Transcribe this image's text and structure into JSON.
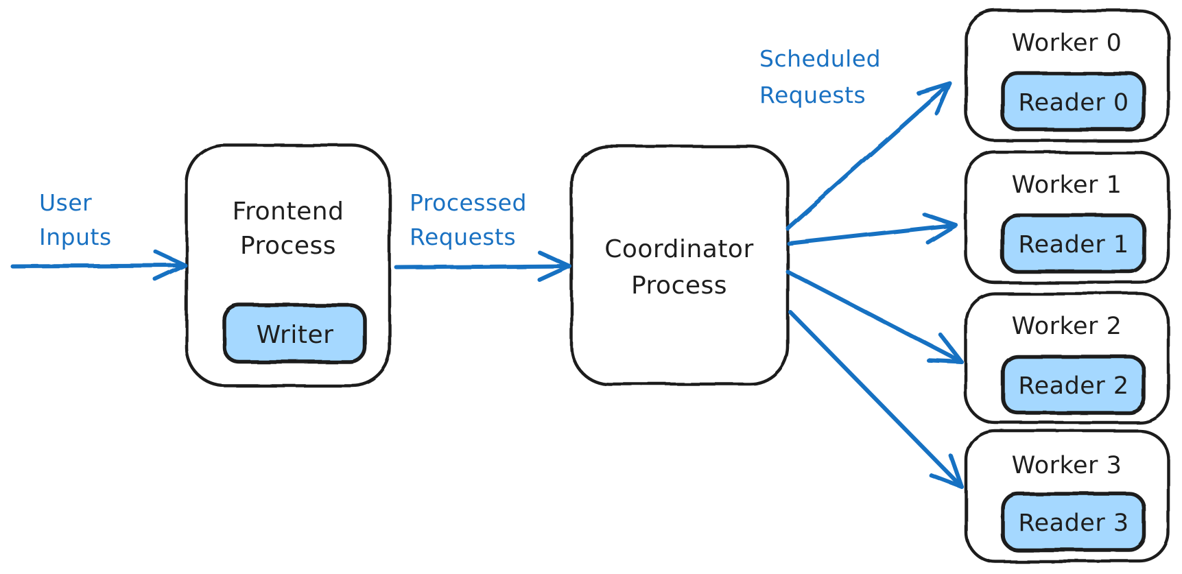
{
  "colors": {
    "accent": "#1971c2",
    "ink": "#1e1e1e",
    "highlight_fill": "#a5d8ff",
    "node_fill": "#ffffff",
    "background": "#ffffff"
  },
  "edge_labels": {
    "user_inputs": {
      "line1": "User",
      "line2": "Inputs"
    },
    "processed_requests": {
      "line1": "Processed",
      "line2": "Requests"
    },
    "scheduled_requests": {
      "line1": "Scheduled",
      "line2": "Requests"
    }
  },
  "nodes": {
    "frontend": {
      "line1": "Frontend",
      "line2": "Process",
      "inner": "Writer"
    },
    "coordinator": {
      "line1": "Coordinator",
      "line2": "Process"
    },
    "workers": [
      {
        "label": "Worker 0",
        "reader": "Reader 0"
      },
      {
        "label": "Worker 1",
        "reader": "Reader 1"
      },
      {
        "label": "Worker 2",
        "reader": "Reader 2"
      },
      {
        "label": "Worker 3",
        "reader": "Reader 3"
      }
    ]
  }
}
